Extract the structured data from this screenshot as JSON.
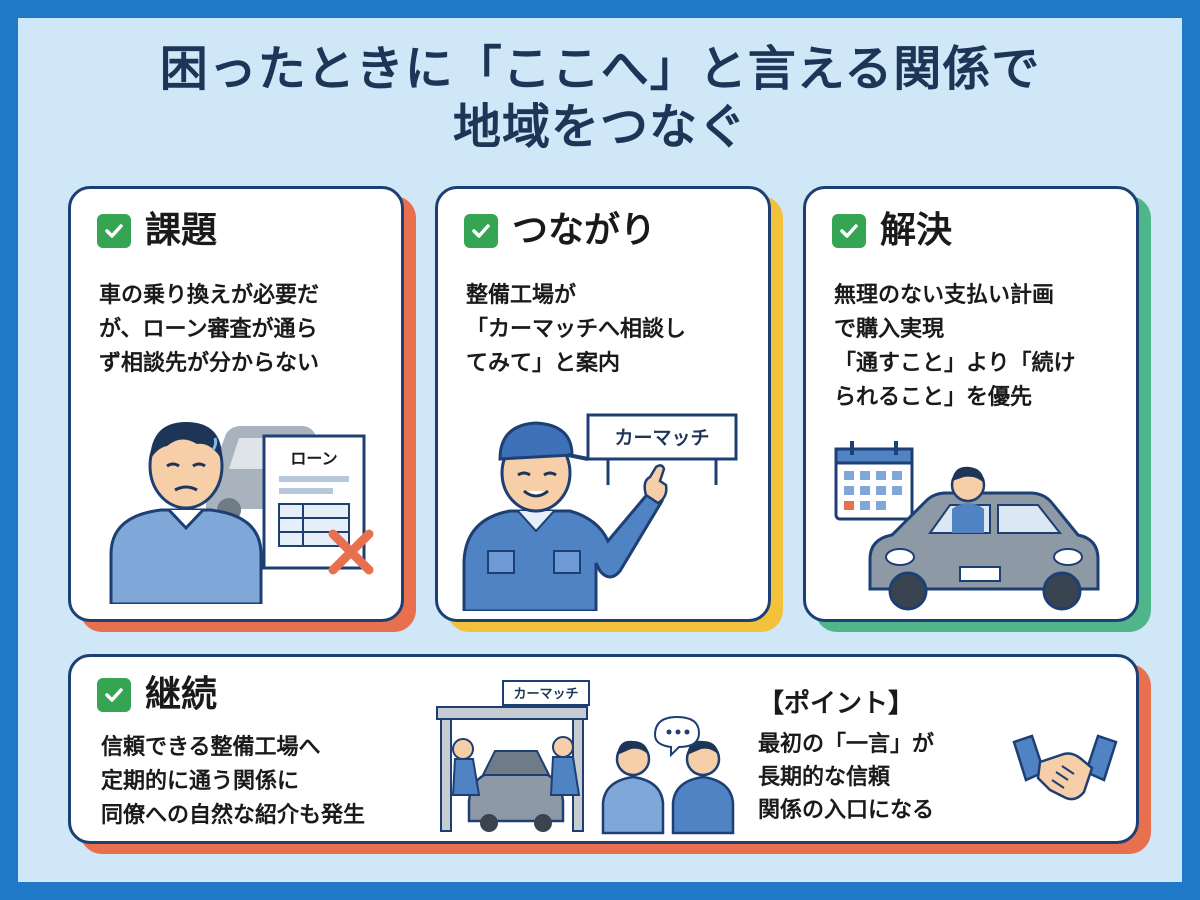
{
  "title": {
    "line1": "困ったときに「ここへ」と言える関係で",
    "line2": "地域をつなぐ"
  },
  "cards": [
    {
      "title": "課題",
      "lines": [
        "車の乗り換えが必要だ",
        "が、ローン審査が通ら",
        "ず相談先が分からない"
      ],
      "document_label": "ローン",
      "accent": "#e8704e"
    },
    {
      "title": "つながり",
      "lines": [
        "整備工場が",
        "「カーマッチへ相談し",
        "てみて」と案内"
      ],
      "sign_label": "カーマッチ",
      "accent": "#f2c23a"
    },
    {
      "title": "解決",
      "lines": [
        "無理のない支払い計画",
        "で購入実現",
        "「通すこと」より「続け",
        "られること」を優先"
      ],
      "accent": "#4fb58a"
    }
  ],
  "bottom": {
    "title": "継続",
    "lines": [
      "信頼できる整備工場へ",
      "定期的に通う関係に",
      "同僚への自然な紹介も発生"
    ],
    "garage_sign": "カーマッチ",
    "point_label": "【ポイント】",
    "point_lines": [
      "最初の「一言」が",
      "長期的な信頼",
      "関係の入口になる"
    ],
    "accent": "#e8704e"
  },
  "colors": {
    "frame": "#1f78c8",
    "background": "#cfe7f6",
    "title": "#1d3557",
    "check": "#35a553",
    "border": "#1d3f73"
  }
}
